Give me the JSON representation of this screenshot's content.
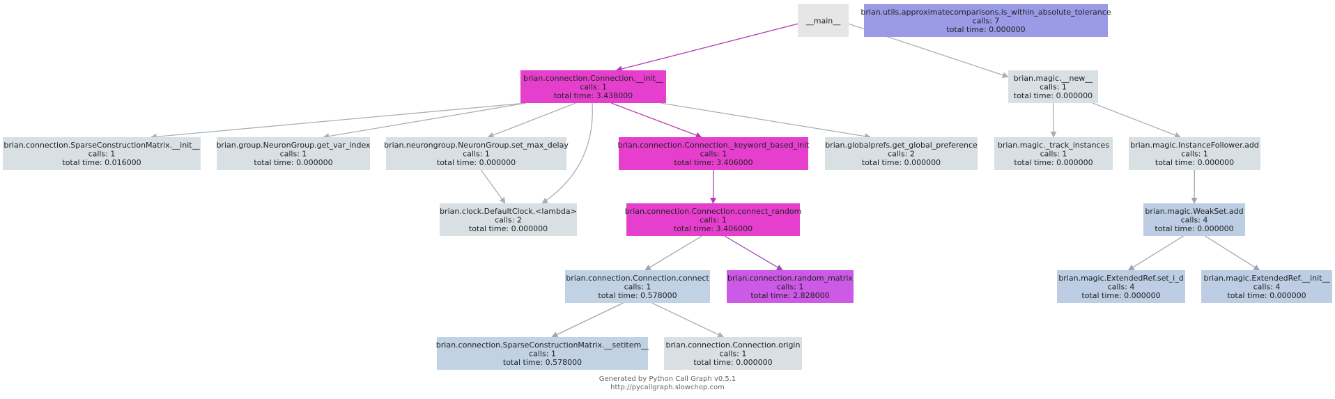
{
  "nodes": [
    {
      "id": "main",
      "lines": [
        "__main__"
      ],
      "fill": "#e6e6e6"
    },
    {
      "id": "approx",
      "lines": [
        "brian.utils.approximatecomparisons.is_within_absolute_tolerance",
        "calls: 7",
        "total time: 0.000000"
      ],
      "fill": "#9a9ae6"
    },
    {
      "id": "conn_init",
      "lines": [
        "brian.connection.Connection.__init__",
        "calls: 1",
        "total time: 3.438000"
      ],
      "fill": "#e63fce"
    },
    {
      "id": "magic_new",
      "lines": [
        "brian.magic.__new__",
        "calls: 1",
        "total time: 0.000000"
      ],
      "fill": "#d8e0e4"
    },
    {
      "id": "sparse_init",
      "lines": [
        "brian.connection.SparseConstructionMatrix.__init__",
        "calls: 1",
        "total time: 0.016000"
      ],
      "fill": "#d8e0e4"
    },
    {
      "id": "get_var_index",
      "lines": [
        "brian.group.NeuronGroup.get_var_index",
        "calls: 1",
        "total time: 0.000000"
      ],
      "fill": "#d8e0e4"
    },
    {
      "id": "set_max_delay",
      "lines": [
        "brian.neurongroup.NeuronGroup.set_max_delay",
        "calls: 1",
        "total time: 0.000000"
      ],
      "fill": "#d8e0e4"
    },
    {
      "id": "keyword_init",
      "lines": [
        "brian.connection.Connection._keyword_based_init",
        "calls: 1",
        "total time: 3.406000"
      ],
      "fill": "#e63fce"
    },
    {
      "id": "get_global_pref",
      "lines": [
        "brian.globalprefs.get_global_preference",
        "calls: 2",
        "total time: 0.000000"
      ],
      "fill": "#d8e0e4"
    },
    {
      "id": "track_instances",
      "lines": [
        "brian.magic._track_instances",
        "calls: 1",
        "total time: 0.000000"
      ],
      "fill": "#d8e0e4"
    },
    {
      "id": "follower_add",
      "lines": [
        "brian.magic.InstanceFollower.add",
        "calls: 1",
        "total time: 0.000000"
      ],
      "fill": "#d8e0e4"
    },
    {
      "id": "clock_lambda",
      "lines": [
        "brian.clock.DefaultClock.<lambda>",
        "calls: 2",
        "total time: 0.000000"
      ],
      "fill": "#d8e0e4"
    },
    {
      "id": "connect_random",
      "lines": [
        "brian.connection.Connection.connect_random",
        "calls: 1",
        "total time: 3.406000"
      ],
      "fill": "#e63fce"
    },
    {
      "id": "weakset_add",
      "lines": [
        "brian.magic.WeakSet.add",
        "calls: 4",
        "total time: 0.000000"
      ],
      "fill": "#bccde4"
    },
    {
      "id": "conn_connect",
      "lines": [
        "brian.connection.Connection.connect",
        "calls: 1",
        "total time: 0.578000"
      ],
      "fill": "#c0d2e4"
    },
    {
      "id": "random_matrix",
      "lines": [
        "brian.connection.random_matrix",
        "calls: 1",
        "total time: 2.828000"
      ],
      "fill": "#cc5ae6"
    },
    {
      "id": "ext_set_i_d",
      "lines": [
        "brian.magic.ExtendedRef.set_i_d",
        "calls: 4",
        "total time: 0.000000"
      ],
      "fill": "#bccde4"
    },
    {
      "id": "ext_init",
      "lines": [
        "brian.magic.ExtendedRef.__init__",
        "calls: 4",
        "total time: 0.000000"
      ],
      "fill": "#bccde4"
    },
    {
      "id": "sparse_setitem",
      "lines": [
        "brian.connection.SparseConstructionMatrix.__setitem__",
        "calls: 1",
        "total time: 0.578000"
      ],
      "fill": "#c0d2e4"
    },
    {
      "id": "conn_origin",
      "lines": [
        "brian.connection.Connection.origin",
        "calls: 1",
        "total time: 0.000000"
      ],
      "fill": "#d8e0e4"
    }
  ],
  "edges": [
    {
      "from": "main",
      "to": "conn_init",
      "color": "#b53cb0"
    },
    {
      "from": "main",
      "to": "magic_new",
      "color": "#aab0b4"
    },
    {
      "from": "conn_init",
      "to": "sparse_init",
      "color": "#aab0b4"
    },
    {
      "from": "conn_init",
      "to": "get_var_index",
      "color": "#aab0b4"
    },
    {
      "from": "conn_init",
      "to": "set_max_delay",
      "color": "#aab0b4"
    },
    {
      "from": "conn_init",
      "to": "clock_lambda",
      "color": "#aab0b4"
    },
    {
      "from": "conn_init",
      "to": "keyword_init",
      "color": "#b53cb0"
    },
    {
      "from": "conn_init",
      "to": "get_global_pref",
      "color": "#aab0b4"
    },
    {
      "from": "set_max_delay",
      "to": "clock_lambda",
      "color": "#aab0b4"
    },
    {
      "from": "keyword_init",
      "to": "connect_random",
      "color": "#b53cb0"
    },
    {
      "from": "connect_random",
      "to": "conn_connect",
      "color": "#9aa6b4"
    },
    {
      "from": "connect_random",
      "to": "random_matrix",
      "color": "#a048b4"
    },
    {
      "from": "conn_connect",
      "to": "sparse_setitem",
      "color": "#9aa6b4"
    },
    {
      "from": "conn_connect",
      "to": "conn_origin",
      "color": "#aab0b4"
    },
    {
      "from": "magic_new",
      "to": "track_instances",
      "color": "#aab0b4"
    },
    {
      "from": "magic_new",
      "to": "follower_add",
      "color": "#aab0b4"
    },
    {
      "from": "follower_add",
      "to": "weakset_add",
      "color": "#9aa6b4"
    },
    {
      "from": "weakset_add",
      "to": "ext_set_i_d",
      "color": "#9aa6b4"
    },
    {
      "from": "weakset_add",
      "to": "ext_init",
      "color": "#9aa6b4"
    }
  ],
  "footer": {
    "line1": "Generated by Python Call Graph v0.5.1",
    "line2": "http://pycallgraph.slowchop.com"
  }
}
